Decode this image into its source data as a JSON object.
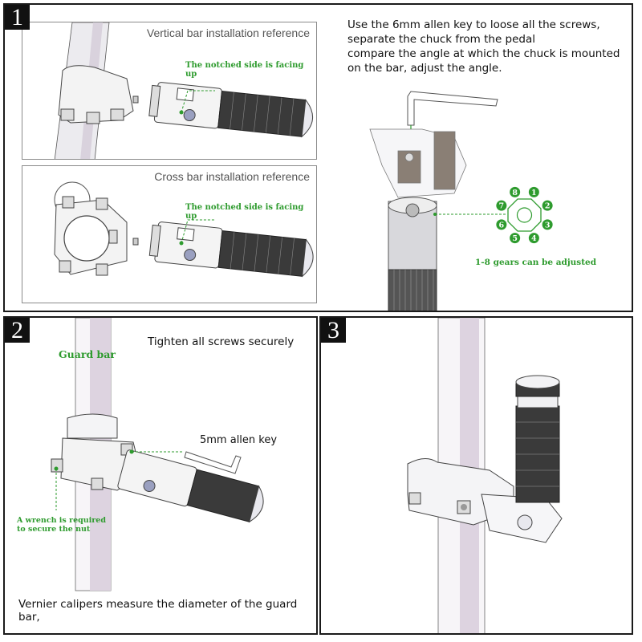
{
  "panels": [
    {
      "step": "1",
      "subsections": [
        {
          "title": "Vertical bar installation reference",
          "callout": "The notched side is facing up"
        },
        {
          "title": "Cross bar installation reference",
          "callout": "The notched side is facing up"
        }
      ],
      "instructions": [
        "Use the 6mm allen key to loose all the screws,",
        "separate the chuck from the pedal",
        "compare the angle at which the chuck is mounted",
        "on the bar, adjust the angle."
      ],
      "gear_dial": {
        "positions": [
          "1",
          "2",
          "3",
          "4",
          "5",
          "6",
          "7",
          "8"
        ],
        "caption": "1-8 gears can be adjusted"
      }
    },
    {
      "step": "2",
      "instruction": "Tighten all screws securely",
      "guard_bar_label": "Guard bar",
      "allen_key_label": "5mm allen key",
      "wrench_note_line1": "A wrench is required",
      "wrench_note_line2": "to secure the nut",
      "footer": "Vernier calipers measure the diameter of the guard bar,"
    },
    {
      "step": "3"
    }
  ],
  "colors": {
    "accent_green": "#2e9b2e",
    "border": "#1a1a1a",
    "badge_bg": "#111111",
    "bar_fill": "#e9e2ec"
  }
}
